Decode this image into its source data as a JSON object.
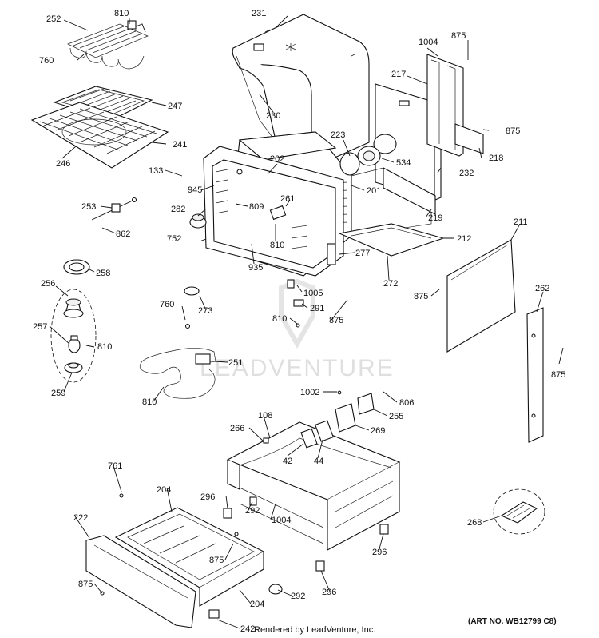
{
  "diagram": {
    "labels": [
      {
        "id": "l252",
        "text": "252"
      },
      {
        "id": "l810a",
        "text": "810"
      },
      {
        "id": "l760a",
        "text": "760"
      },
      {
        "id": "l231",
        "text": "231"
      },
      {
        "id": "l1004a",
        "text": "1004"
      },
      {
        "id": "l875a",
        "text": "875"
      },
      {
        "id": "l217",
        "text": "217"
      },
      {
        "id": "l247",
        "text": "247"
      },
      {
        "id": "l230",
        "text": "230"
      },
      {
        "id": "l875b",
        "text": "875"
      },
      {
        "id": "l241",
        "text": "241"
      },
      {
        "id": "l223",
        "text": "223"
      },
      {
        "id": "l246",
        "text": "246"
      },
      {
        "id": "l218",
        "text": "218"
      },
      {
        "id": "l202",
        "text": "202"
      },
      {
        "id": "l534",
        "text": "534"
      },
      {
        "id": "l133",
        "text": "133"
      },
      {
        "id": "l232",
        "text": "232"
      },
      {
        "id": "l945",
        "text": "945"
      },
      {
        "id": "l261",
        "text": "261"
      },
      {
        "id": "l201",
        "text": "201"
      },
      {
        "id": "l253",
        "text": "253"
      },
      {
        "id": "l282",
        "text": "282"
      },
      {
        "id": "l809",
        "text": "809"
      },
      {
        "id": "l219",
        "text": "219"
      },
      {
        "id": "l211",
        "text": "211"
      },
      {
        "id": "l862",
        "text": "862"
      },
      {
        "id": "l810b",
        "text": "810"
      },
      {
        "id": "l212",
        "text": "212"
      },
      {
        "id": "l752",
        "text": "752"
      },
      {
        "id": "l277",
        "text": "277"
      },
      {
        "id": "l935",
        "text": "935"
      },
      {
        "id": "l258",
        "text": "258"
      },
      {
        "id": "l272",
        "text": "272"
      },
      {
        "id": "l262",
        "text": "262"
      },
      {
        "id": "l256",
        "text": "256"
      },
      {
        "id": "l1005",
        "text": "1005"
      },
      {
        "id": "l875c",
        "text": "875"
      },
      {
        "id": "l760b",
        "text": "760"
      },
      {
        "id": "l273",
        "text": "273"
      },
      {
        "id": "l291",
        "text": "291"
      },
      {
        "id": "l257",
        "text": "257"
      },
      {
        "id": "l810c",
        "text": "810"
      },
      {
        "id": "l875d",
        "text": "875"
      },
      {
        "id": "l810d",
        "text": "810"
      },
      {
        "id": "l251",
        "text": "251"
      },
      {
        "id": "l875e",
        "text": "875"
      },
      {
        "id": "l259",
        "text": "259"
      },
      {
        "id": "l810e",
        "text": "810"
      },
      {
        "id": "l1002",
        "text": "1002"
      },
      {
        "id": "l806",
        "text": "806"
      },
      {
        "id": "l255",
        "text": "255"
      },
      {
        "id": "l108",
        "text": "108"
      },
      {
        "id": "l266",
        "text": "266"
      },
      {
        "id": "l269",
        "text": "269"
      },
      {
        "id": "l42",
        "text": "42"
      },
      {
        "id": "l44",
        "text": "44"
      },
      {
        "id": "l761",
        "text": "761"
      },
      {
        "id": "l204a",
        "text": "204"
      },
      {
        "id": "l296a",
        "text": "296"
      },
      {
        "id": "l292a",
        "text": "292"
      },
      {
        "id": "l222",
        "text": "222"
      },
      {
        "id": "l1004b",
        "text": "1004"
      },
      {
        "id": "l268",
        "text": "268"
      },
      {
        "id": "l875f",
        "text": "875"
      },
      {
        "id": "l296b",
        "text": "296"
      },
      {
        "id": "l875g",
        "text": "875"
      },
      {
        "id": "l292b",
        "text": "292"
      },
      {
        "id": "l296c",
        "text": "296"
      },
      {
        "id": "l204b",
        "text": "204"
      },
      {
        "id": "l242",
        "text": "242"
      }
    ],
    "watermark": "LEADVENTURE",
    "footer": "Rendered by LeadVenture, Inc.",
    "art_no": "(ART NO. WB12799 C8)"
  }
}
